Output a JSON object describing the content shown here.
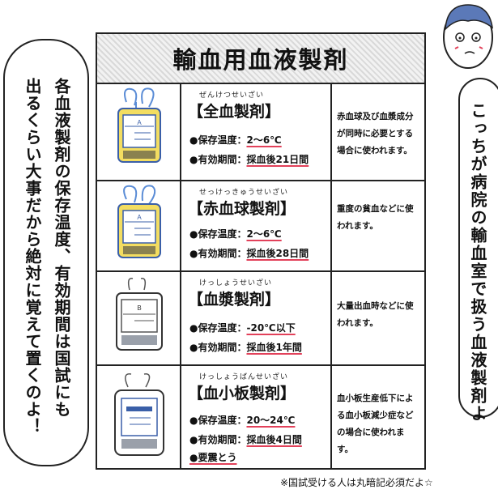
{
  "title": "輸血用血液製剤",
  "products": [
    {
      "ruby": "ぜんけつせいざい",
      "name": "【全血製剤】",
      "temp_label": "●保存温度：",
      "temp_value": "2〜6℃",
      "expiry_label": "●有効期間：",
      "expiry_value": "採血後21日間",
      "description": "赤血球及び血漿成分が同時に必要とする場合に使われます。",
      "bag_letter": "A",
      "bag_fill": "#f3dd60"
    },
    {
      "ruby": "せっけっきゅうせいざい",
      "name": "【赤血球製剤】",
      "temp_label": "●保存温度：",
      "temp_value": "2〜6℃",
      "expiry_label": "●有効期間：",
      "expiry_value": "採血後28日間",
      "description": "重度の貧血などに使われます。",
      "bag_letter": "A",
      "bag_fill": "#f3dd60"
    },
    {
      "ruby": "けっしょうせいざい",
      "name": "【血漿製剤】",
      "temp_label": "●保存温度：",
      "temp_value": "-20℃以下",
      "expiry_label": "●有効期間：",
      "expiry_value": "採血後1年間",
      "description": "大量出血時などに使われます。",
      "bag_letter": "B",
      "bag_fill": "#ffffff"
    },
    {
      "ruby": "けっしょうばんせいざい",
      "name": "【血小板製剤】",
      "temp_label": "●保存温度：",
      "temp_value": "20〜24℃",
      "expiry_label": "●有効期間：",
      "expiry_value": "採血後4日間",
      "extra_value": "●要震とう",
      "description": "血小板生産低下による血小板減少症などの場合に使われます。",
      "bag_letter": "",
      "bag_fill": "#ffffff"
    }
  ],
  "left_bubble_text": "各血液製剤の保存温度、有効期間は国試にも\n出るくらい大事だから絶対に覚えて置くのよ！",
  "right_bubble_text": "こっちが病院の輸血室で扱う血液製剤よ",
  "footer_note": "※国試受ける人は丸暗記必須だよ☆",
  "colors": {
    "accent_underline": "#e2415a",
    "blood_bag_tint": "#f3dd60",
    "border": "#222222"
  }
}
